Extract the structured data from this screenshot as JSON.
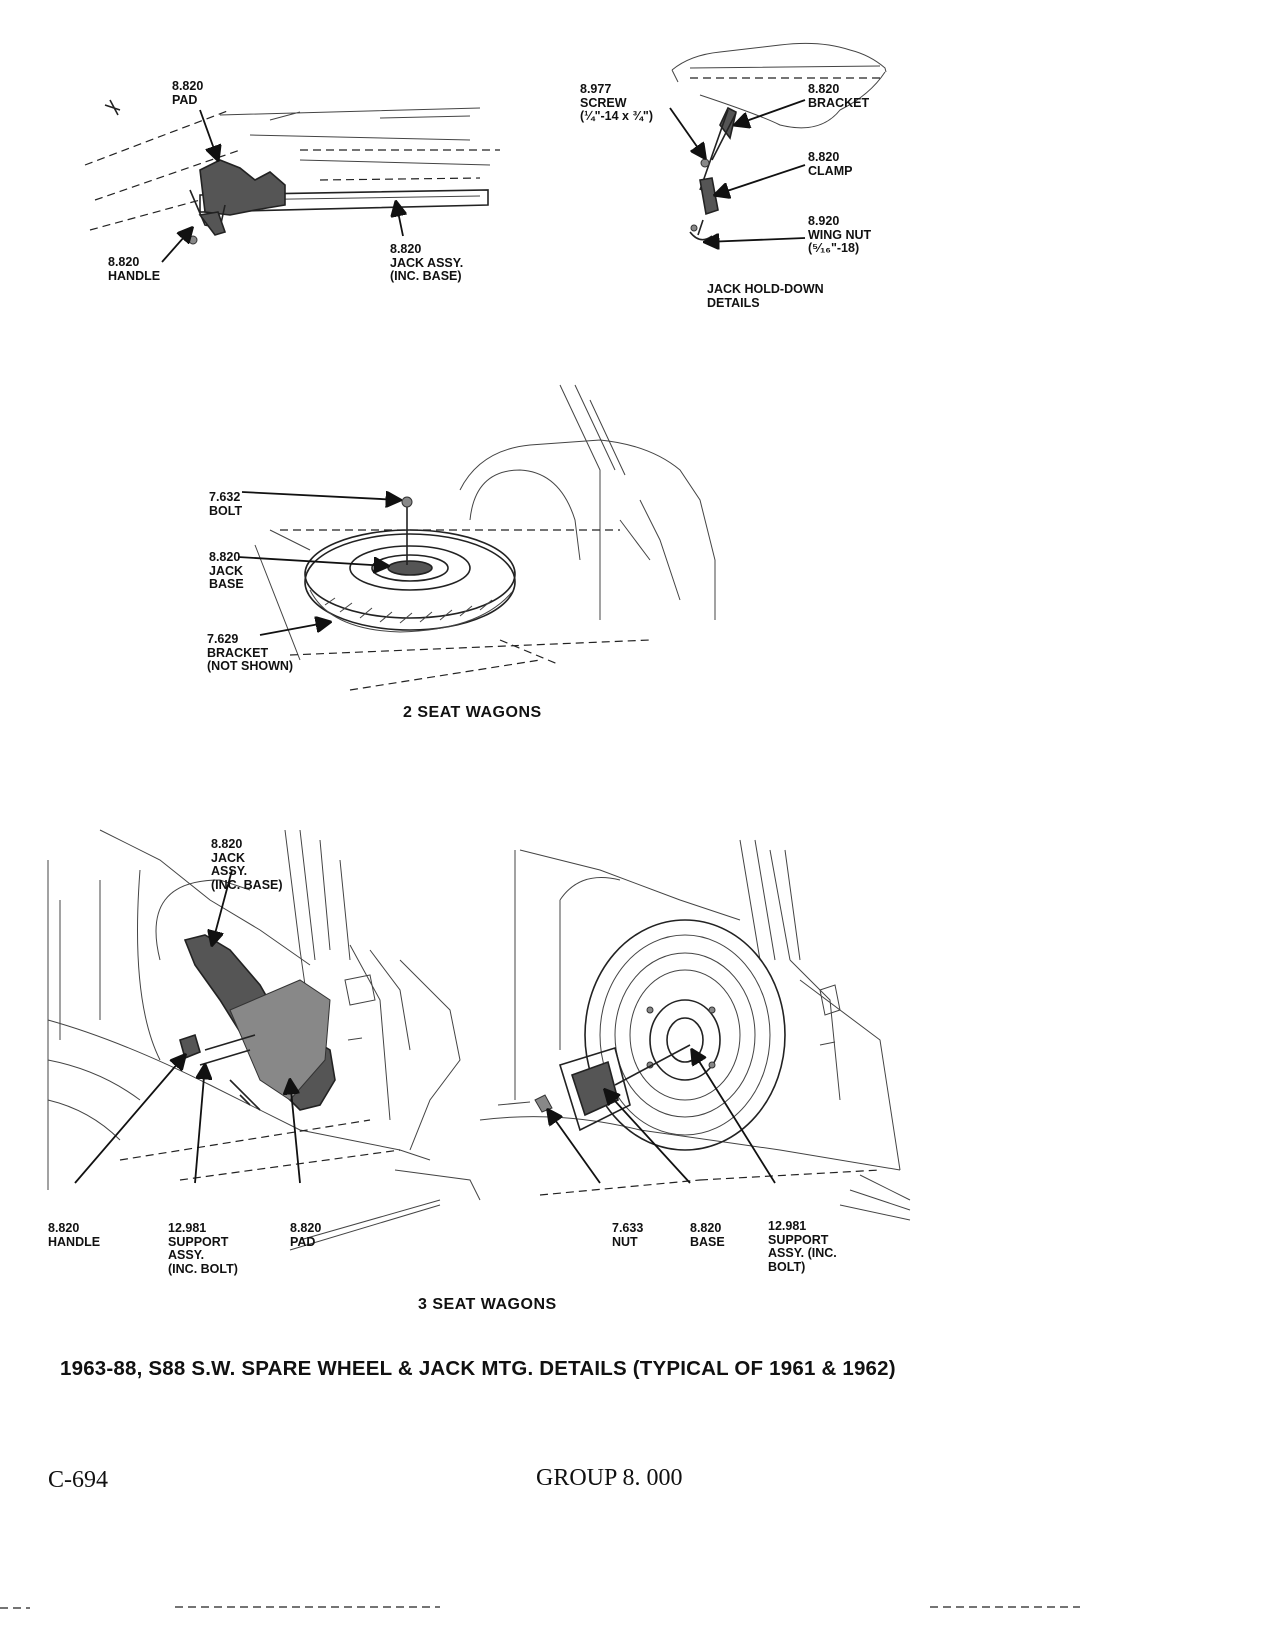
{
  "fig_jack": {
    "pad": "8.820\nPAD",
    "handle": "8.820\nHANDLE",
    "jack_assy": "8.820\nJACK ASSY.\n(INC. BASE)"
  },
  "fig_holddown": {
    "screw": "8.977\nSCREW\n(¼\"-14 x ¾\")",
    "bracket": "8.820\nBRACKET",
    "clamp": "8.820\nCLAMP",
    "wing_nut": "8.920\nWING NUT\n(⁵⁄₁₆\"-18)",
    "caption": "JACK HOLD-DOWN\nDETAILS"
  },
  "fig_2seat": {
    "bolt": "7.632\nBOLT",
    "jack_base": "8.820\nJACK\nBASE",
    "bracket": "7.629\nBRACKET\n(NOT SHOWN)",
    "title": "2 SEAT WAGONS"
  },
  "fig_3seat": {
    "jack_assy": "8.820\nJACK\nASSY.\n(INC. BASE)",
    "handle": "8.820\nHANDLE",
    "support": "12.981\nSUPPORT\nASSY.\n(INC. BOLT)",
    "pad": "8.820\nPAD",
    "nut": "7.633\nNUT",
    "base": "8.820\nBASE",
    "support_right": "12.981\nSUPPORT\nASSY. (INC.\nBOLT)",
    "title": "3 SEAT WAGONS"
  },
  "caption": "1963-88, S88 S.W. SPARE WHEEL & JACK MTG. DETAILS (TYPICAL OF 1961 & 1962)",
  "footer": {
    "page": "C-694",
    "group": "GROUP 8. 000"
  },
  "icons": [
    "jack-drawing",
    "hold-down-drawing",
    "spare-wheel-2seat-drawing",
    "jack-3seat-drawing",
    "spare-wheel-3seat-drawing"
  ]
}
